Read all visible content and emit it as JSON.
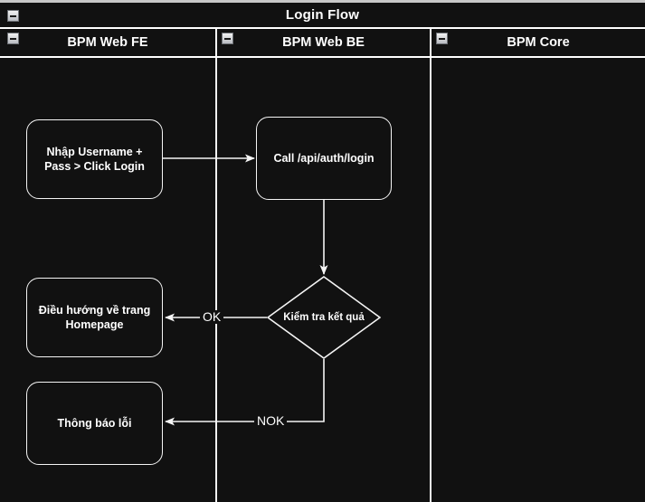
{
  "pool": {
    "title": "Login Flow",
    "collapse_icon": "minus-box-icon"
  },
  "lanes": [
    {
      "id": "bpm-web-fe",
      "label": "BPM Web FE",
      "collapse_icon": "minus-box-icon"
    },
    {
      "id": "bpm-web-be",
      "label": "BPM Web BE",
      "collapse_icon": "minus-box-icon"
    },
    {
      "id": "bpm-core",
      "label": "BPM Core",
      "collapse_icon": "minus-box-icon"
    }
  ],
  "nodes": {
    "input": {
      "label": "Nhập Username +\nPass > Click Login",
      "lane": "bpm-web-fe",
      "shape": "rounded-rectangle"
    },
    "call": {
      "label": "Call /api/auth/login",
      "lane": "bpm-web-be",
      "shape": "rounded-rectangle"
    },
    "decision": {
      "label": "Kiểm tra kết quả",
      "lane": "bpm-web-be",
      "shape": "diamond"
    },
    "homepage": {
      "label": "Điều hướng về trang\nHomepage",
      "lane": "bpm-web-fe",
      "shape": "rounded-rectangle"
    },
    "error": {
      "label": "Thông báo lỗi",
      "lane": "bpm-web-fe",
      "shape": "rounded-rectangle"
    }
  },
  "edges": [
    {
      "from": "input",
      "to": "call",
      "label": ""
    },
    {
      "from": "call",
      "to": "decision",
      "label": ""
    },
    {
      "from": "decision",
      "to": "homepage",
      "label": "OK"
    },
    {
      "from": "decision",
      "to": "error",
      "label": "NOK"
    }
  ],
  "colors": {
    "canvas": "#111111",
    "stroke": "#f5f5f5",
    "text": "#ffffff",
    "page_background": "#c8c8c8"
  }
}
